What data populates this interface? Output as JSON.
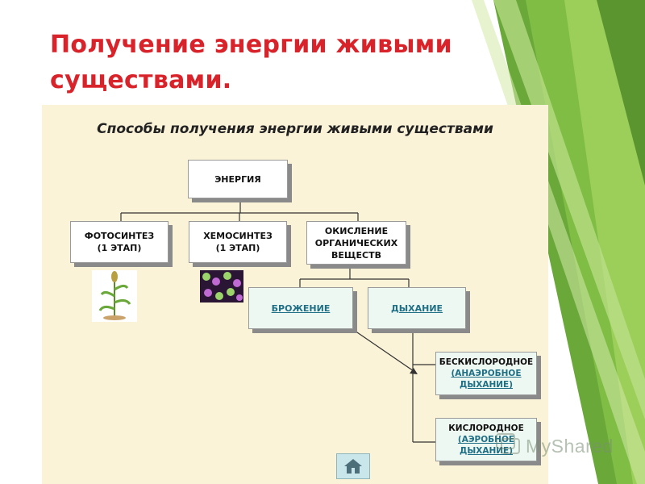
{
  "slide": {
    "title": "Получение энергии живыми существами."
  },
  "diagram": {
    "heading": "Способы получения энергии живыми существами",
    "root": "ЭНЕРГИЯ",
    "photosynthesis": {
      "line1": "ФОТОСИНТЕЗ",
      "line2": "(1 ЭТАП)"
    },
    "chemosynthesis": {
      "line1": "ХЕМОСИНТЕЗ",
      "line2": "(1 ЭТАП)"
    },
    "oxidation": {
      "line1": "ОКИСЛЕНИЕ",
      "line2": "ОРГАНИЧЕСКИХ",
      "line3": "ВЕЩЕСТВ"
    },
    "fermentation": "БРОЖЕНИЕ",
    "respiration": "ДЫХАНИЕ",
    "anaerobic": {
      "line1": "БЕСКИСЛОРОДНОЕ",
      "line2": "(АНАЭРОБНОЕ",
      "line3": "ДЫХАНИЕ)"
    },
    "aerobic": {
      "line1": "КИСЛОРОДНОЕ",
      "line2": "(АЭРОБНОЕ",
      "line3": "ДЫХАНИЕ)"
    }
  },
  "watermark": "MyShared",
  "icons": {
    "home": "home-icon",
    "plant": "plant-image",
    "cells": "bacteria-cells-image"
  },
  "colors": {
    "title": "#d8232a",
    "panel": "#fbf3d8",
    "green_accent": "#6aa83a",
    "link": "#1f6f86"
  }
}
